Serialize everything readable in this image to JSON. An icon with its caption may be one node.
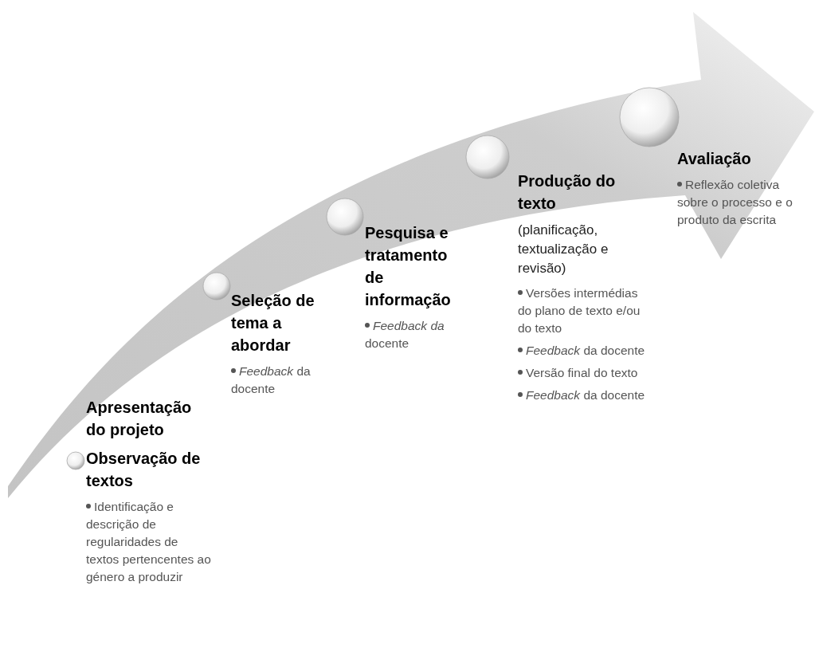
{
  "diagram": {
    "nodes": [
      {
        "text": [
          "Apresentação do projeto",
          "Observação de textos",
          "Identificação e descrição de regularidades de textos pertencentes ao género a produzir"
        ]
      },
      {
        "text": [
          "Seleção de tema a abordar",
          "*Feedback* da docente"
        ]
      },
      {
        "text": [
          "Pesquisa e tratamento de informação",
          "*Feedback da* docente"
        ]
      },
      {
        "text": [
          "Produção do texto",
          "(planificação, textualização e revisão)",
          "Versões intermédias do plano de texto e/ou do texto",
          "*Feedback* da docente",
          "Versão final do texto",
          "*Feedback* da docente"
        ]
      },
      {
        "text": [
          "Avaliação",
          "Reflexão coletiva sobre o processo e o produto da escrita"
        ]
      }
    ]
  }
}
